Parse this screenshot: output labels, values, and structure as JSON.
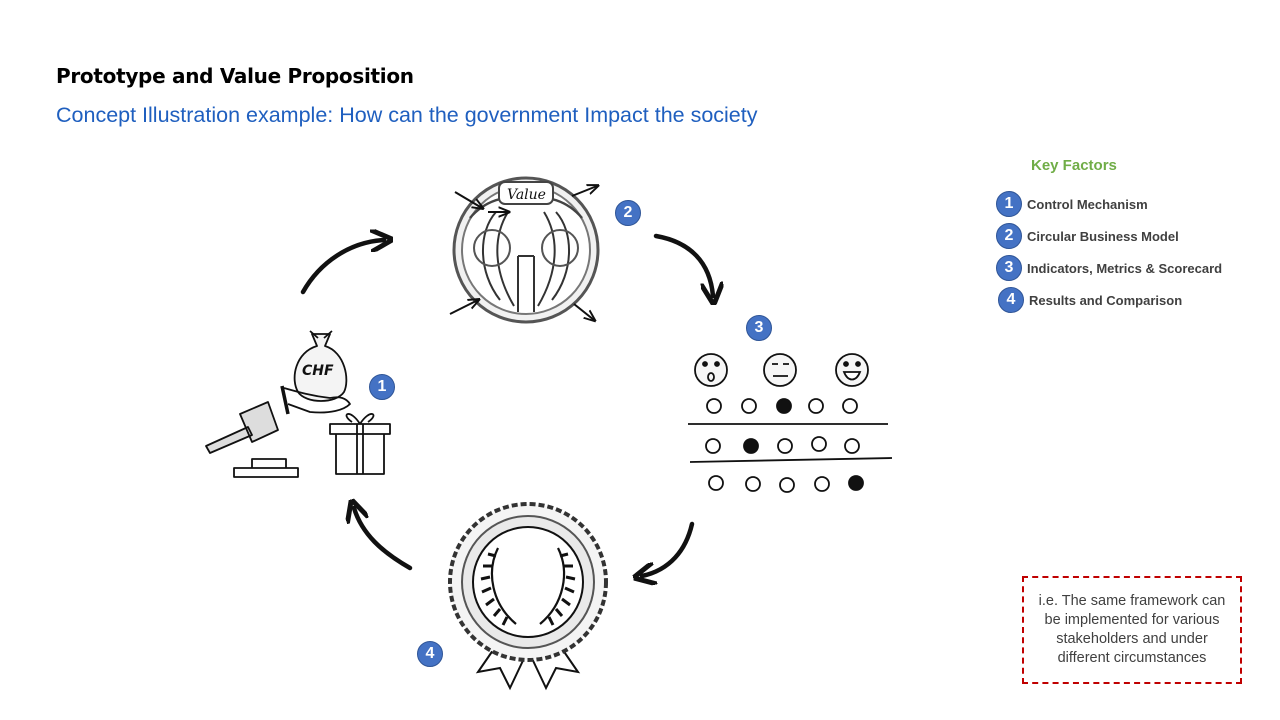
{
  "header": {
    "title": "Prototype and Value Proposition",
    "subtitle": "Concept Illustration example: How can the government Impact the society"
  },
  "diagram": {
    "step_numbers": [
      "1",
      "2",
      "3",
      "4"
    ],
    "value_label": "Value",
    "bag_label": "CHF"
  },
  "key_factors": {
    "title": "Key Factors",
    "items": [
      {
        "num": "1",
        "label": "Control Mechanism"
      },
      {
        "num": "2",
        "label": "Circular Business Model"
      },
      {
        "num": "3",
        "label": "Indicators, Metrics & Scorecard"
      },
      {
        "num": "4",
        "label": "Results and Comparison"
      }
    ]
  },
  "note": {
    "text": "i.e. The same framework can be implemented for various stakeholders and under different circumstances"
  },
  "colors": {
    "subtitle": "#1f5fbf",
    "badge": "#4472c4",
    "key_factors_title": "#70ad47",
    "note_border": "#c00000"
  }
}
